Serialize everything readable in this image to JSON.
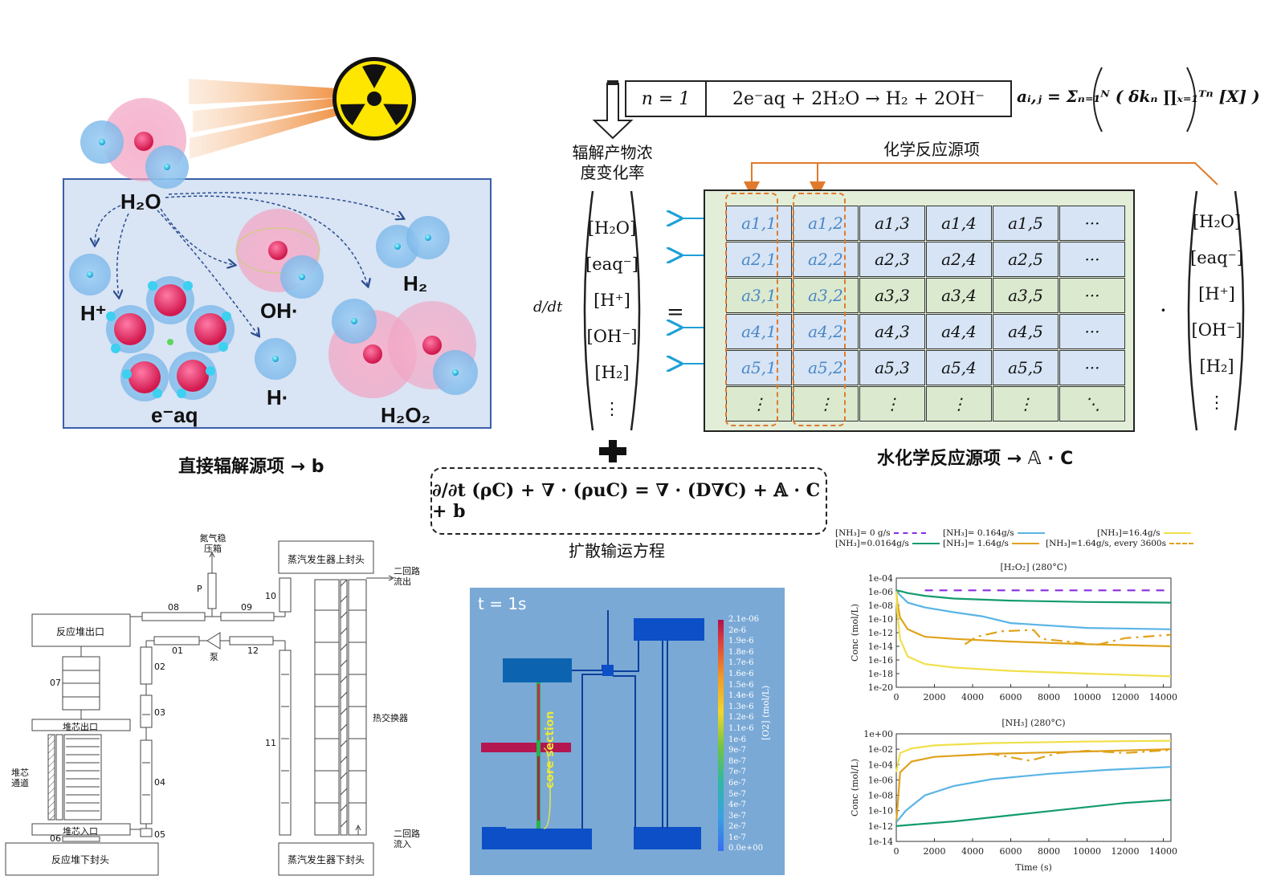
{
  "radiolysis": {
    "h2o": "H₂O",
    "h_plus": "H⁺",
    "oh_radical": "OH·",
    "h_radical": "H·",
    "h2": "H₂",
    "e_aq": "e⁻aq",
    "h2o2": "H₂O₂",
    "caption": "直接辐解源项 → b"
  },
  "reaction": {
    "n_label": "n = 1",
    "equation": "2e⁻aq + 2H₂O → H₂ + 2OH⁻",
    "coef_formula": "aᵢ,ⱼ = Σₙ₌₁ᴺ ( δkₙ ∏ₓ₌₁ᵀⁿ [X] )",
    "rate_label_1": "辐解产物浓",
    "rate_label_2": "度变化率",
    "source_label": "化学反应源项",
    "ddt": "d/dt",
    "equals": "=",
    "dot": "·",
    "caption": "水化学反应源项 → 𝔸 · C"
  },
  "left_vector": [
    "[H₂O]",
    "[eaq⁻]",
    "[H⁺]",
    "[OH⁻]",
    "[H₂]",
    "⋮"
  ],
  "right_vector": [
    "[H₂O]",
    "[eaq⁻]",
    "[H⁺]",
    "[OH⁻]",
    "[H₂]",
    "⋮"
  ],
  "matrix": [
    [
      "a1,1",
      "a1,2",
      "a1,3",
      "a1,4",
      "a1,5",
      "···"
    ],
    [
      "a2,1",
      "a2,2",
      "a2,3",
      "a2,4",
      "a2,5",
      "···"
    ],
    [
      "a3,1",
      "a3,2",
      "a3,3",
      "a3,4",
      "a3,5",
      "···"
    ],
    [
      "a4,1",
      "a4,2",
      "a4,3",
      "a4,4",
      "a4,5",
      "···"
    ],
    [
      "a5,1",
      "a5,2",
      "a5,3",
      "a5,4",
      "a5,5",
      "···"
    ],
    [
      "⋮",
      "⋮",
      "⋮",
      "⋮",
      "⋮",
      "⋱"
    ]
  ],
  "pde": {
    "equation": "∂/∂t (ρC) + ∇ · (ρuC) = ∇ · (D∇C) + 𝔸 · C + b",
    "caption": "扩散输运方程"
  },
  "loop": {
    "pressurizer": "氮气稳压箱",
    "p_label": "P",
    "sg_top": "蒸汽发生器上封头",
    "sg_bottom": "蒸汽发生器下封头",
    "secondary_out": "二回路流出",
    "secondary_in": "二回路流入",
    "hx": "热交换器",
    "rv_outlet": "反应堆出口",
    "core_outlet": "堆芯出口",
    "core_inlet": "堆芯入口",
    "core_channel": "堆芯通道",
    "rv_lower": "反应堆下封头",
    "pump": "泵",
    "seg": [
      "08",
      "09",
      "10",
      "01",
      "12",
      "02",
      "03",
      "04",
      "05",
      "06",
      "07",
      "11"
    ]
  },
  "sim": {
    "time": "t = 1s",
    "colorbar_title": "[O2] (mol/L)",
    "colorbar_ticks": [
      "2.1e-06",
      "2e-6",
      "1.9e-6",
      "1.8e-6",
      "1.7e-6",
      "1.6e-6",
      "1.5e-6",
      "1.4e-6",
      "1.3e-6",
      "1.2e-6",
      "1.1e-6",
      "1e-6",
      "9e-7",
      "8e-7",
      "7e-7",
      "6e-7",
      "5e-7",
      "4e-7",
      "3e-7",
      "2e-7",
      "1e-7",
      "0.0e+00"
    ],
    "core_label": "core section"
  },
  "chart_data": {
    "type": "line",
    "legend": [
      "[NH₃]= 0 g/s",
      "[NH₃]= 0.164g/s",
      "[NH₃]=16.4g/s",
      "[NH₃]=0.0164g/s",
      "[NH₃]= 1.64g/s",
      "[NH₃]=1.64g/s, every 3600s"
    ],
    "legend_colors": [
      "#8a2be2",
      "#5ab4e6",
      "#f0e04a",
      "#139b6e",
      "#e0a21c",
      "#e0a21c"
    ],
    "top": {
      "title": "[H₂O₂] (280°C)",
      "ylabel": "Conc (mol/L)",
      "yticks": [
        "1e-04",
        "1e-06",
        "1e-08",
        "1e-10",
        "1e-12",
        "1e-14",
        "1e-16",
        "1e-18",
        "1e-20"
      ],
      "xticks": [
        "0",
        "2000",
        "4000",
        "6000",
        "8000",
        "10000",
        "12000",
        "14000"
      ],
      "xlim": [
        0,
        14400
      ],
      "ylim": [
        -20,
        -4
      ],
      "series": [
        {
          "color": "#8a2be2",
          "dash": "10,8",
          "x": [
            1500,
            14400
          ],
          "y": [
            -5.8,
            -5.8
          ]
        },
        {
          "color": "#139b6e",
          "dash": "",
          "x": [
            0,
            200,
            600,
            1500,
            3000,
            6000,
            10000,
            14400
          ],
          "y": [
            -5.8,
            -5.9,
            -6.2,
            -6.6,
            -7.0,
            -7.3,
            -7.5,
            -7.6
          ]
        },
        {
          "color": "#5ab4e6",
          "dash": "",
          "x": [
            0,
            200,
            600,
            1500,
            3000,
            4500,
            6000,
            10000,
            14400
          ],
          "y": [
            -5.9,
            -6.5,
            -7.6,
            -8.3,
            -9.0,
            -9.6,
            -10.6,
            -11.3,
            -11.5
          ]
        },
        {
          "color": "#e0a21c",
          "dash": "",
          "x": [
            0,
            50,
            200,
            600,
            1500,
            3000,
            6000,
            10000,
            14400
          ],
          "y": [
            -5.9,
            -7.5,
            -9.8,
            -11.5,
            -12.6,
            -12.9,
            -13.3,
            -13.7,
            -14.0
          ]
        },
        {
          "color": "#e0a21c",
          "dash": "14,6,3,6",
          "x": [
            3600,
            4200,
            5500,
            7200,
            7600,
            9000,
            10500,
            12000,
            14400
          ],
          "y": [
            -13.7,
            -12.6,
            -11.8,
            -11.6,
            -12.9,
            -13.3,
            -13.8,
            -12.8,
            -12.3
          ]
        },
        {
          "color": "#f0e04a",
          "dash": "",
          "x": [
            0,
            50,
            200,
            600,
            1500,
            3000,
            6000,
            10000,
            14400
          ],
          "y": [
            -6.0,
            -9.0,
            -13.0,
            -15.5,
            -16.6,
            -17.1,
            -17.6,
            -18.0,
            -18.4
          ]
        }
      ]
    },
    "bottom": {
      "title": "[NH₃] (280°C)",
      "ylabel": "Conc (mol/L)",
      "xlabel": "Time (s)",
      "yticks": [
        "1e+00",
        "1e-02",
        "1e-04",
        "1e-06",
        "1e-08",
        "1e-10",
        "1e-12",
        "1e-14"
      ],
      "xticks": [
        "0",
        "2000",
        "4000",
        "6000",
        "8000",
        "10000",
        "12000",
        "14000"
      ],
      "xlim": [
        0,
        14400
      ],
      "ylim": [
        -14,
        0
      ],
      "series": [
        {
          "color": "#f0e04a",
          "dash": "",
          "x": [
            0,
            200,
            800,
            2000,
            5000,
            10000,
            14400
          ],
          "y": [
            -5.0,
            -2.5,
            -1.9,
            -1.5,
            -1.2,
            -1.0,
            -0.9
          ]
        },
        {
          "color": "#e0a21c",
          "dash": "",
          "x": [
            0,
            200,
            800,
            2000,
            5000,
            10000,
            14400
          ],
          "y": [
            -11.5,
            -5.0,
            -3.6,
            -3.0,
            -2.6,
            -2.3,
            -2.0
          ]
        },
        {
          "color": "#e0a21c",
          "dash": "14,6,3,6",
          "x": [
            3600,
            5000,
            7000,
            8500,
            10000,
            12000,
            14400
          ],
          "y": [
            -2.8,
            -2.6,
            -3.5,
            -2.5,
            -2.2,
            -2.5,
            -2.1
          ]
        },
        {
          "color": "#5ab4e6",
          "dash": "",
          "x": [
            0,
            500,
            1500,
            3000,
            5000,
            8000,
            11000,
            14400
          ],
          "y": [
            -11.5,
            -10.0,
            -8.0,
            -6.8,
            -5.9,
            -5.2,
            -4.7,
            -4.3
          ]
        },
        {
          "color": "#139b6e",
          "dash": "",
          "x": [
            0,
            1000,
            3000,
            6000,
            9000,
            12000,
            14400
          ],
          "y": [
            -12.0,
            -11.8,
            -11.4,
            -10.6,
            -9.8,
            -9.0,
            -8.6
          ]
        }
      ]
    }
  }
}
